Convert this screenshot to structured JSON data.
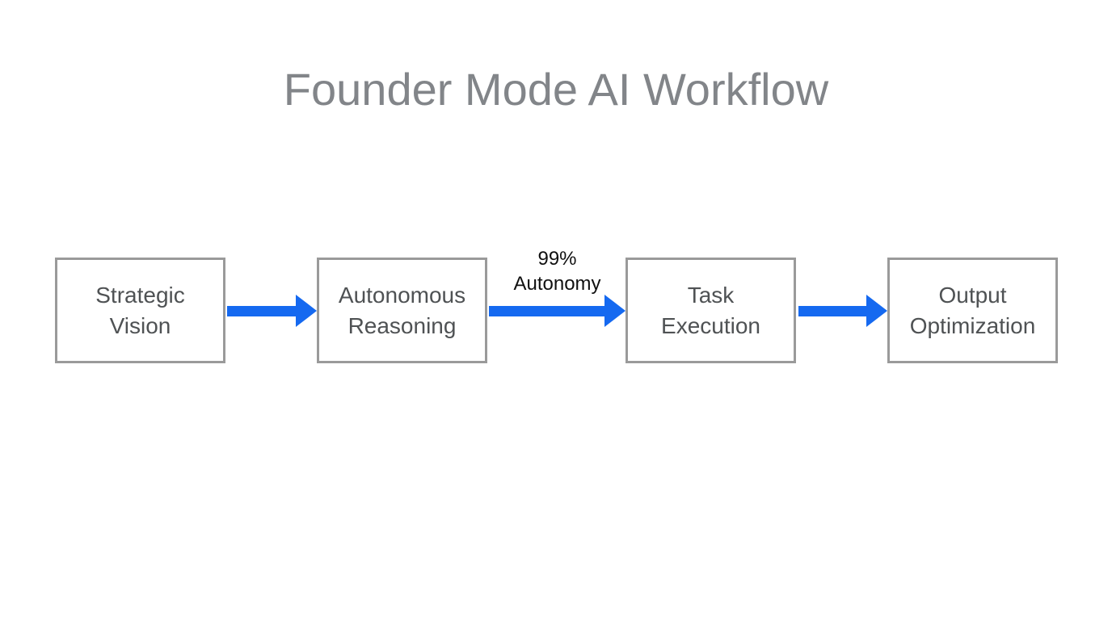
{
  "title": "Founder Mode AI Workflow",
  "diagram": {
    "type": "flowchart",
    "direction": "left-to-right",
    "nodes": [
      {
        "id": "strategic-vision",
        "label": "Strategic Vision",
        "line1": "Strategic",
        "line2": "Vision"
      },
      {
        "id": "autonomous-reasoning",
        "label": "Autonomous Reasoning",
        "line1": "Autonomous",
        "line2": "Reasoning"
      },
      {
        "id": "task-execution",
        "label": "Task Execution",
        "line1": "Task",
        "line2": "Execution"
      },
      {
        "id": "output-optimization",
        "label": "Output Optimization",
        "line1": "Output",
        "line2": "Optimization"
      }
    ],
    "edges": [
      {
        "from": "strategic-vision",
        "to": "autonomous-reasoning",
        "label": ""
      },
      {
        "from": "autonomous-reasoning",
        "to": "task-execution",
        "label": "99% Autonomy",
        "label_line1": "99%",
        "label_line2": "Autonomy"
      },
      {
        "from": "task-execution",
        "to": "output-optimization",
        "label": ""
      }
    ]
  },
  "colors": {
    "arrow": "#1569f0",
    "node_border": "#9a9a9a",
    "node_text": "#4f5254",
    "title_text": "#828589",
    "edge_label_text": "#101010",
    "background": "#ffffff"
  }
}
